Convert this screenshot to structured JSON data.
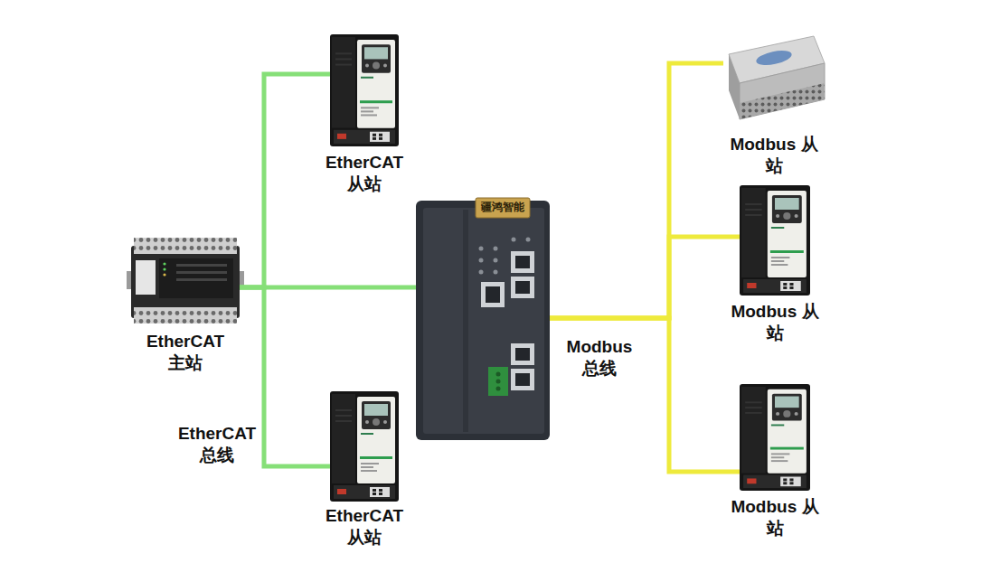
{
  "diagram": {
    "nodes": [
      {
        "text": [
          "EtherCAT 从站"
        ]
      },
      {
        "text": [
          "Modbus 从站"
        ]
      },
      {
        "text": [
          "EtherCAT 主站"
        ]
      },
      {
        "text": [
          "疆鸿智能"
        ]
      },
      {
        "text": [
          "Modbus 从站"
        ]
      },
      {
        "text": [
          "Modbus 从站"
        ]
      },
      {
        "text": [
          "EtherCAT 从站"
        ]
      }
    ],
    "edges": [
      {
        "from": 2,
        "to": 0,
        "arrow": "none"
      },
      {
        "from": 2,
        "to": 3,
        "arrow": "none"
      },
      {
        "from": 2,
        "to": 6,
        "arrow": "none"
      },
      {
        "from": 3,
        "to": 1,
        "arrow": "none"
      },
      {
        "from": 3,
        "to": 4,
        "arrow": "none"
      },
      {
        "from": 3,
        "to": 5,
        "arrow": "none"
      }
    ],
    "labels": [
      "EtherCAT 总线",
      "Modbus 总线"
    ]
  }
}
